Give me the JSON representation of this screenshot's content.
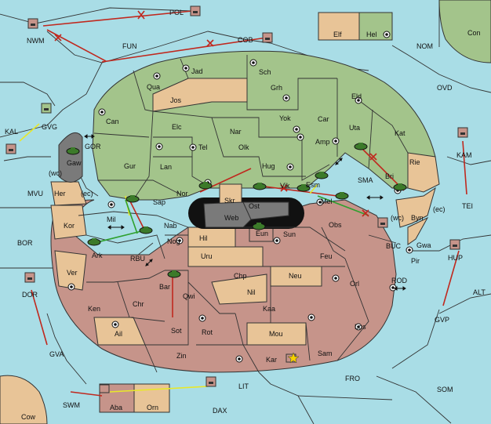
{
  "colors": {
    "sea": "#a9dde6",
    "green": "#a3c48b",
    "tan": "#e8c497",
    "rose": "#c6948a",
    "dark": "#7a7a7a",
    "black": "#111111",
    "order_move": "#c0281e",
    "order_support": "#e8e82a",
    "order_convoy": "#2ea02e"
  },
  "sea_labels": [
    "POL",
    "NWM",
    "FUN",
    "COB",
    "NOM",
    "Con",
    "OVD",
    "KAL",
    "GVG",
    "GOR",
    "(wc)",
    "(ec)",
    "MVU",
    "BOR",
    "RBU",
    "SMA",
    "(wc)",
    "(ec)",
    "BUC",
    "ROD",
    "TEI",
    "KAM",
    "ALT",
    "GVP",
    "LIT",
    "FRO",
    "SOM",
    "SWM",
    "DAX",
    "GVA",
    "DOR",
    "HUP",
    "Cow"
  ],
  "land_labels": [
    "Elf",
    "Hel",
    "Jad",
    "Sch",
    "Qua",
    "Jos",
    "Grh",
    "Can",
    "Eld",
    "Yok",
    "Car",
    "Elc",
    "Nar",
    "Uta",
    "Kat",
    "Tel",
    "Olk",
    "Amp",
    "Gur",
    "Lan",
    "Hug",
    "Rie",
    "Esm",
    "Bri",
    "Nor",
    "Skr",
    "Vik",
    "Sap",
    "Ost",
    "Mel",
    "Web",
    "Eun",
    "Sun",
    "Obs",
    "Her",
    "Kor",
    "Mil",
    "Nab",
    "Nog",
    "Hil",
    "Byn",
    "Gwa",
    "Pir",
    "Ark",
    "Uru",
    "Feu",
    "Ver",
    "Bar",
    "Chp",
    "Neu",
    "Orl",
    "Qwi",
    "Nil",
    "Ken",
    "Chr",
    "Kaa",
    "Ail",
    "Sot",
    "Rot",
    "Mou",
    "Los",
    "Zin",
    "Kar",
    "Sam",
    "Aba",
    "Orn",
    "Gaw"
  ],
  "orders": {
    "moves": 14,
    "supports": 4,
    "convoys": 3,
    "failed_marks": 6
  },
  "icons": [
    "army-icon",
    "fleet-icon",
    "supply-center-icon",
    "star-icon",
    "double-arrow-icon"
  ]
}
